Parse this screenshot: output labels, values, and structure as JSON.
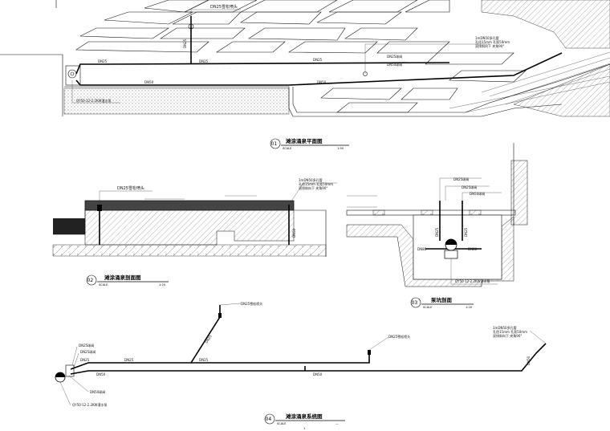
{
  "views": [
    {
      "number": "01",
      "title": "滩涂涌泉平面图",
      "scale": "SCALE",
      "ratio": "1:50",
      "labels": {
        "nozzle": "DN25雪松喷头",
        "dn25_1": "DN25",
        "dn25_2": "DN25",
        "dn25_3": "DN25",
        "dn50_1": "DN50",
        "dn50_2": "DN50",
        "dn25_4": "DN25",
        "pump": "QY50-12-2.2KW潜水泵",
        "pipe_note_1": "1mDN50多孔管",
        "pipe_note_2": "孔径15mm  孔距50mm",
        "pipe_note_3": "双排斜向下 夹角90°",
        "dn25_valve": "DN25球阀",
        "dn50_valve": "DN50球阀"
      }
    },
    {
      "number": "02",
      "title": "滩涂涌泉剖面图",
      "scale": "SCALE",
      "ratio": "1:20",
      "labels": {
        "nozzle": "DN25雪松喷头",
        "pipe_note_1": "1mDN50多孔管",
        "pipe_note_2": "孔径15mm  孔距50mm",
        "pipe_note_3": "双排斜向下 夹角90°",
        "dn50": "DN50"
      }
    },
    {
      "number": "03",
      "title": "泵坑剖面",
      "scale": "SCALE",
      "ratio": "1:20",
      "labels": {
        "dn25_valve_1": "DN25球阀",
        "dn25_valve_2": "DN25球阀",
        "dn50_valve": "DN50球阀",
        "dn80_1": "DN80",
        "dn80_2": "DN80",
        "dn25_1": "DN25",
        "dn25_2": "DN25",
        "pump": "QY50-12-2.2KW潜水泵"
      }
    },
    {
      "number": "04",
      "title": "滩涂涌泉系统图",
      "scale": "SCALE",
      "ratio": "—",
      "labels": {
        "nozzle_top": "DN25雪松喷头",
        "nozzle_mid": "DN25雪松喷头",
        "dn25_valve_1": "DN25球阀",
        "dn25_valve_2": "DN25球阀",
        "dn25_a": "DN25",
        "dn25_b": "DN25",
        "dn25_c": "DN25",
        "dn25_d": "DN25",
        "dn50_a": "DN50",
        "dn50_b": "DN50",
        "dn50_c": "DN50",
        "dn50_valve": "DN50球阀",
        "pump": "QY50-12-2.2KW潜水泵",
        "pipe_note_1": "1mDN50多孔管",
        "pipe_note_2": "孔径15mm  孔距50mm",
        "pipe_note_3": "双排斜向下 夹角90°"
      }
    }
  ],
  "colors": {
    "line": "#111111",
    "background": "#ffffff",
    "hatch": "#555555"
  },
  "page_mark": "1"
}
